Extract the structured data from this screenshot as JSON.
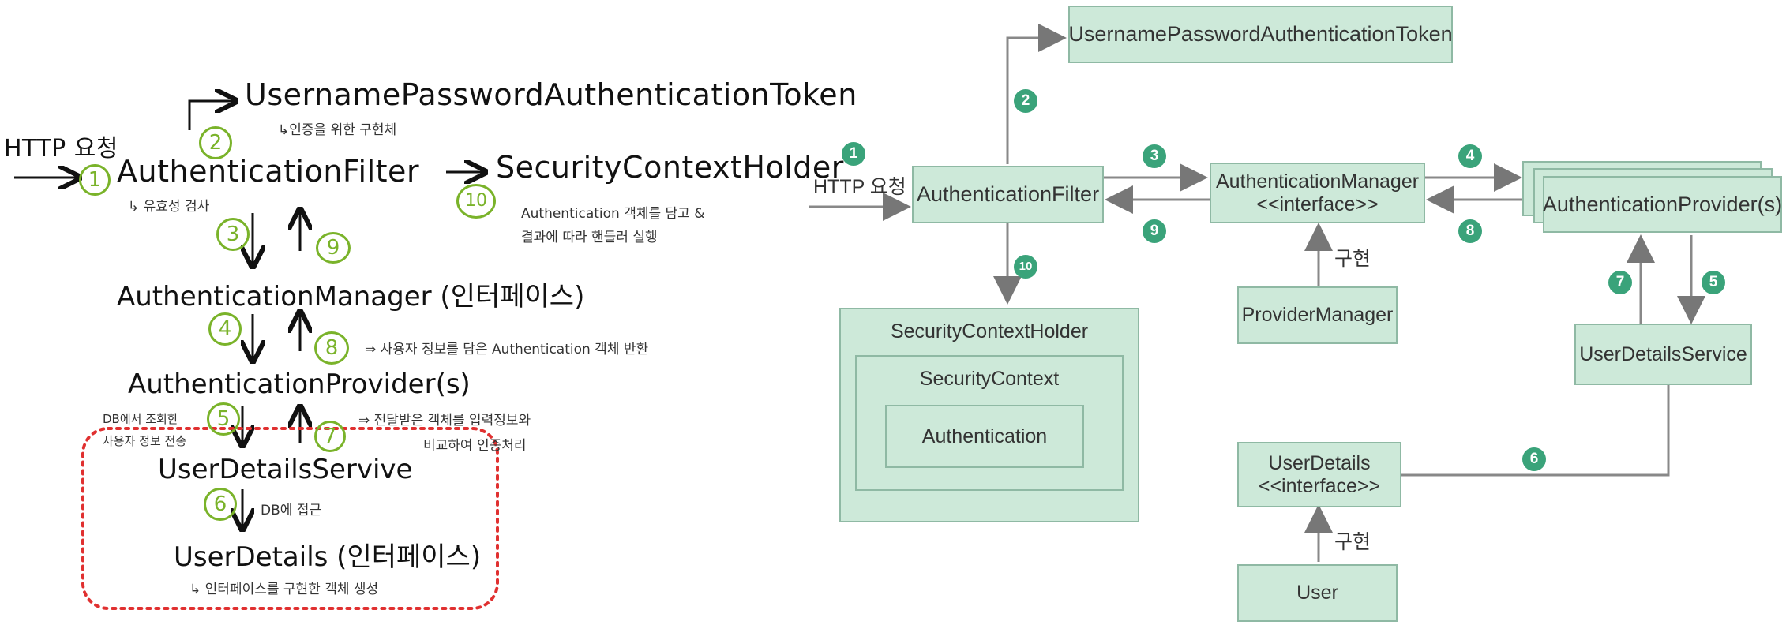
{
  "left": {
    "http_request": "HTTP 요청",
    "token": "UsernamePasswordAuthenticationToken",
    "token_note": "↳인증을 위한 구현체",
    "filter": "AuthenticationFilter",
    "filter_note": "↳ 유효성 검사",
    "holder": "SecurityContextHolder",
    "holder_note_1": "Authentication 객체를 담고 &",
    "holder_note_2": "결과에 따라 핸들러 실행",
    "manager": "AuthenticationManager (인터페이스)",
    "manager_note": "⇒ 사용자 정보를 담은 Authentication 객체 반환",
    "provider": "AuthenticationProvider(s)",
    "provider_note_left_1": "DB에서 조회한",
    "provider_note_left_2": "사용자 정보 전송",
    "provider_note_right_1": "⇒ 전달받은 객체를 입력정보와",
    "provider_note_right_2": "비교하여 인증처리",
    "uds": "UserDetailsServive",
    "uds_note": "DB에 접근",
    "ud": "UserDetails (인터페이스)",
    "ud_note": "↳ 인터페이스를 구현한 객체 생성",
    "steps": [
      "1",
      "2",
      "3",
      "4",
      "5",
      "6",
      "7",
      "8",
      "9",
      "10"
    ]
  },
  "right": {
    "http_request": "HTTP 요청",
    "token": "UsernamePasswordAuthenticationToken",
    "filter": "AuthenticationFilter",
    "manager_line1": "AuthenticationManager",
    "manager_line2": "<<interface>>",
    "provider": "AuthenticationProvider(s)",
    "provider_manager": "ProviderManager",
    "implements": "구현",
    "implements2": "구현",
    "uds": "UserDetailsService",
    "holder": "SecurityContextHolder",
    "context": "SecurityContext",
    "authentication": "Authentication",
    "ud_line1": "UserDetails",
    "ud_line2": "<<interface>>",
    "user": "User",
    "steps": [
      "1",
      "2",
      "3",
      "4",
      "5",
      "6",
      "7",
      "8",
      "9",
      "10"
    ]
  },
  "colors": {
    "box_fill": "#cde9d9",
    "box_border": "#8fb9a4",
    "step_green": "#3aa37a",
    "handwritten_green": "#7ab32a",
    "dotted_red": "#e03030"
  }
}
